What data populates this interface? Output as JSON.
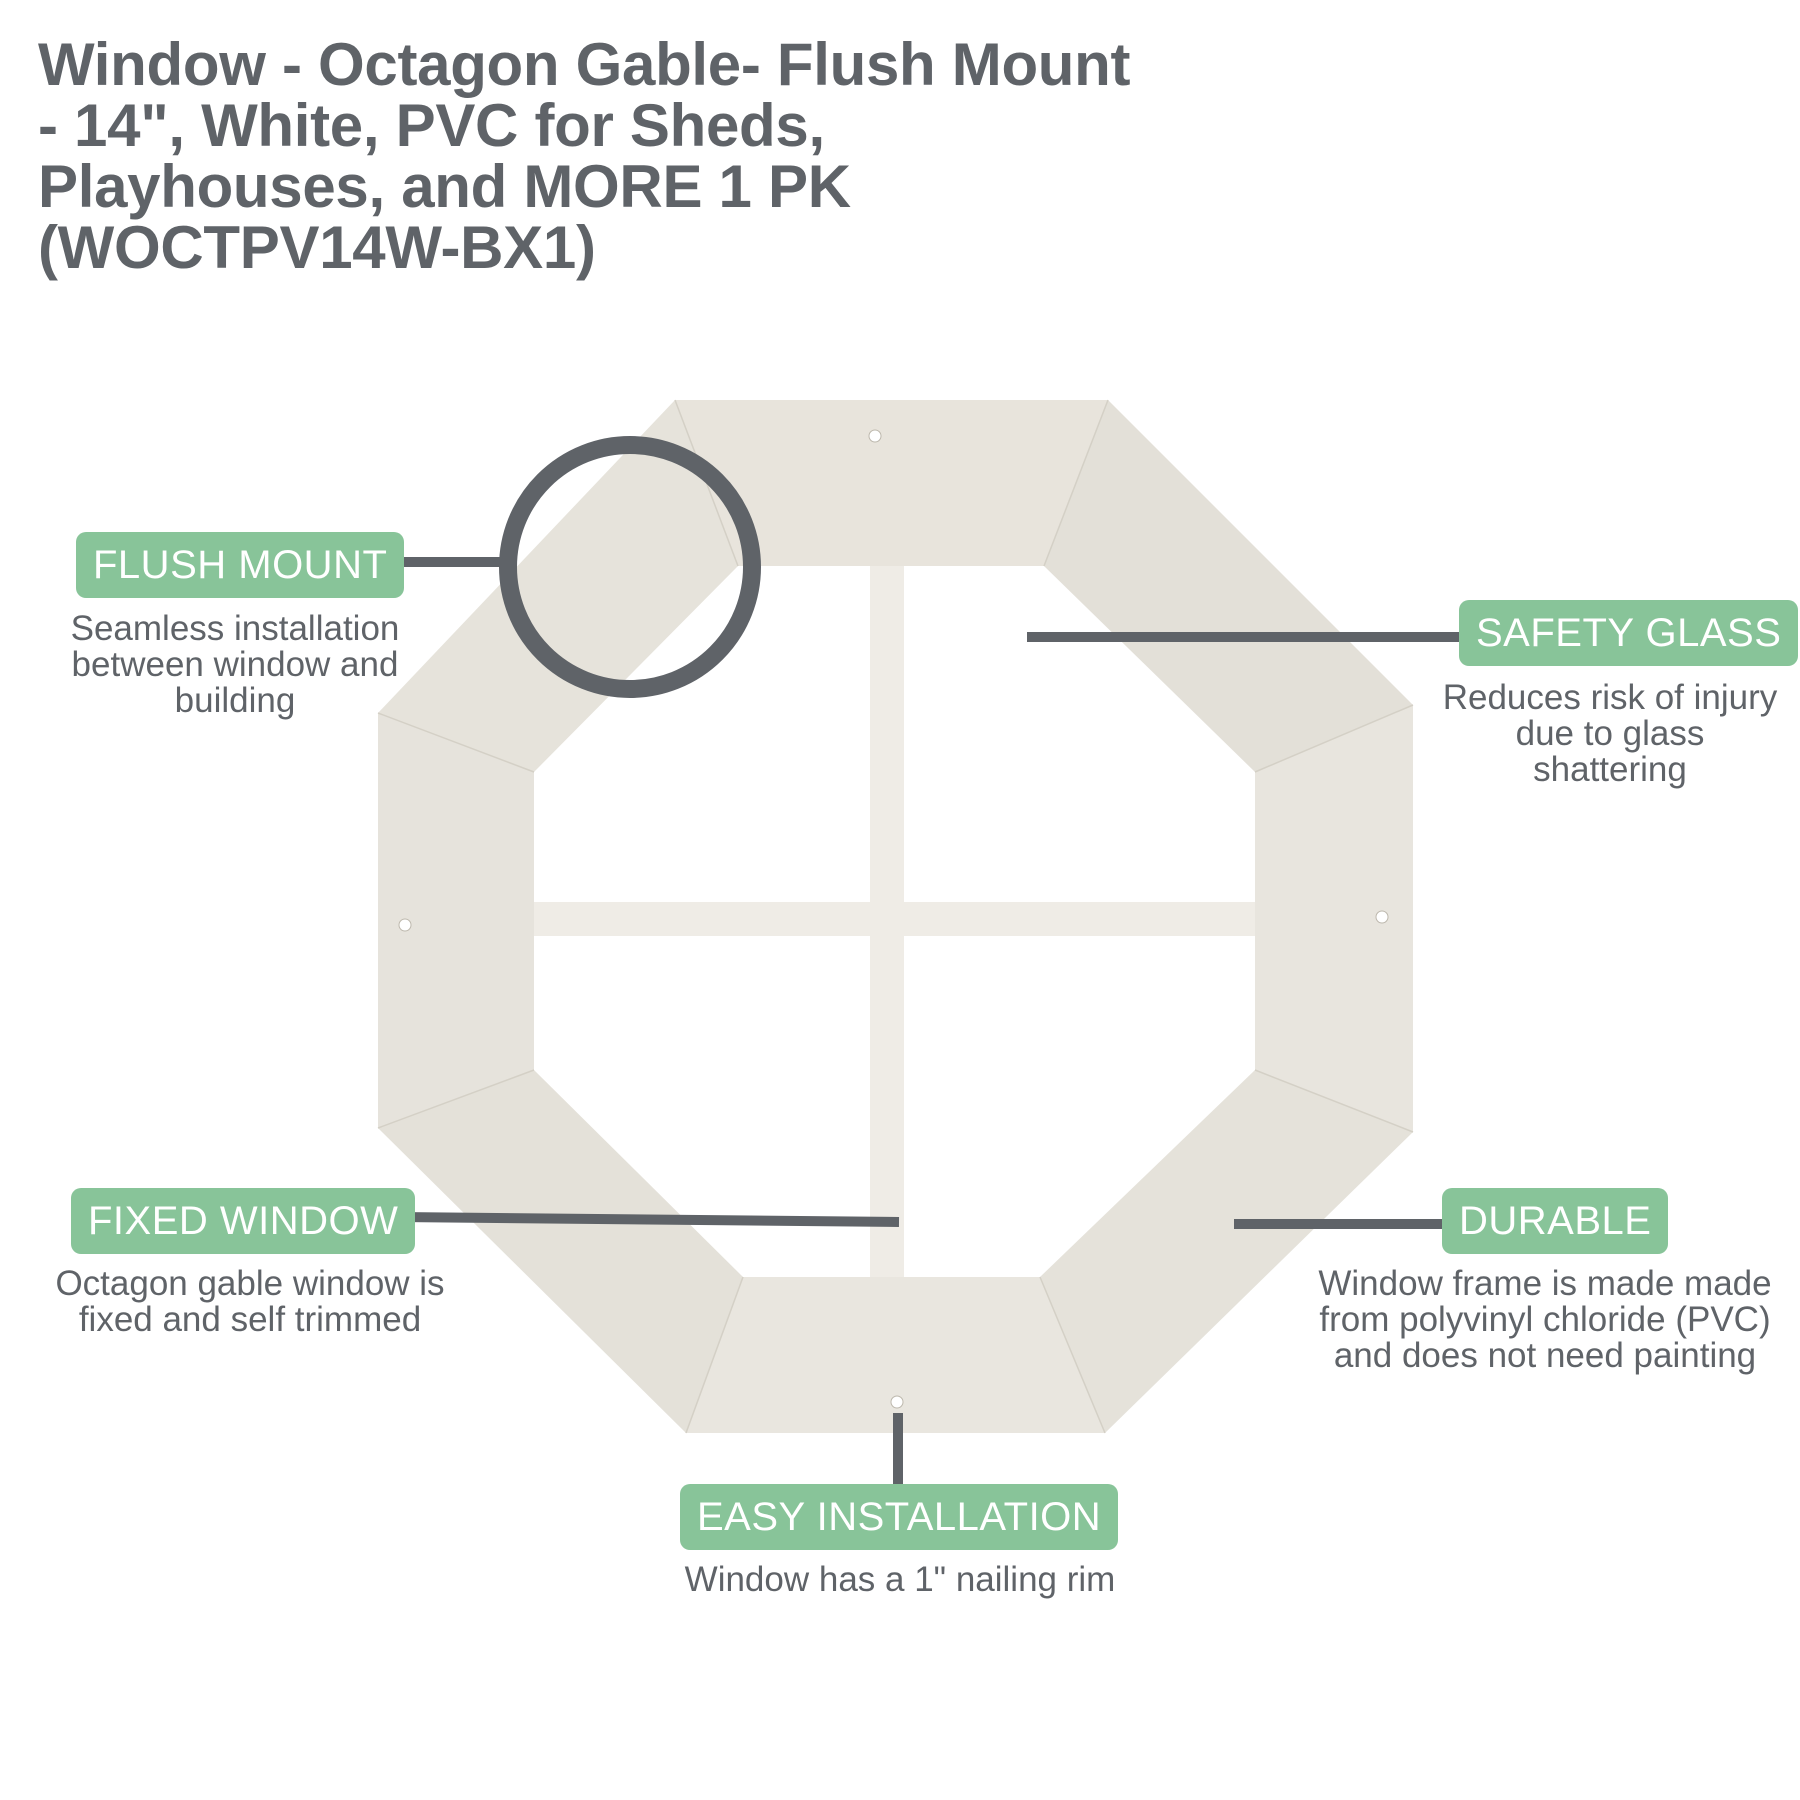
{
  "title": {
    "lines": [
      "Window - Octagon Gable- Flush Mount",
      "- 14\", White, PVC for Sheds,",
      "Playhouses, and MORE 1 PK",
      "(WOCTPV14W-BX1)"
    ]
  },
  "colors": {
    "badge": "#88c499",
    "text": "#5f6368",
    "connector": "#5f6368",
    "frame": "#e8e5de"
  },
  "features": {
    "flush_mount": {
      "label": "FLUSH MOUNT",
      "lines": [
        "Seamless installation",
        "between window and",
        "building"
      ]
    },
    "safety_glass": {
      "label": "SAFETY GLASS",
      "lines": [
        "Reduces risk of injury",
        "due to glass",
        "shattering"
      ]
    },
    "fixed_window": {
      "label": "FIXED WINDOW",
      "lines": [
        "Octagon gable window is",
        "fixed and self trimmed"
      ]
    },
    "durable": {
      "label": "DURABLE",
      "lines": [
        "Window frame is made made",
        "from polyvinyl chloride (PVC)",
        "and does not need painting"
      ]
    },
    "easy_installation": {
      "label": "EASY INSTALLATION",
      "lines": [
        "Window has a 1\" nailing rim"
      ]
    }
  }
}
